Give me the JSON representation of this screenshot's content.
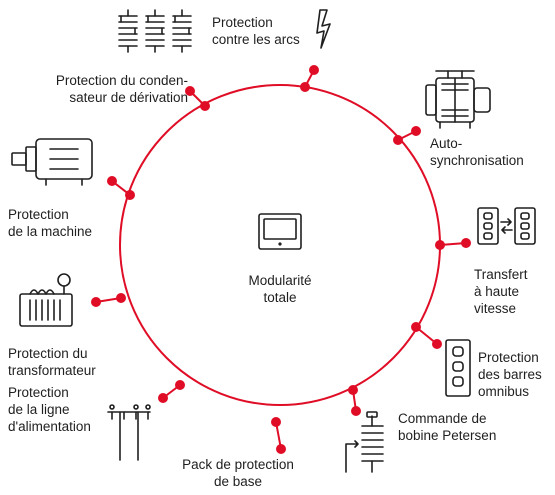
{
  "center": {
    "label": "Modularité\ntotale",
    "icon": "display-unit-icon"
  },
  "colors": {
    "accent": "#e00d26",
    "ink": "#1f1f1f"
  },
  "features": [
    {
      "id": "arc",
      "label": "Protection\ncontre les arcs",
      "icon": "lightning-icon"
    },
    {
      "id": "capacitor",
      "label": "Protection du conden-\nsateur de dérivation",
      "icon": "capacitor-bank-icon"
    },
    {
      "id": "autosync",
      "label": "Auto-\nsynchronisation",
      "icon": "generator-icon"
    },
    {
      "id": "machine",
      "label": "Protection\nde la machine",
      "icon": "motor-icon"
    },
    {
      "id": "transfer",
      "label": "Transfert\nà haute\nvitesse",
      "icon": "transfer-switch-icon"
    },
    {
      "id": "transformer",
      "label": "Protection du\ntransformateur",
      "icon": "transformer-icon"
    },
    {
      "id": "busbar",
      "label": "Protection\ndes barres\nomnibus",
      "icon": "busbar-icon"
    },
    {
      "id": "feeder",
      "label": "Protection\nde la ligne\nd'alimentation",
      "icon": "feeder-line-icon"
    },
    {
      "id": "petersen",
      "label": "Commande de\nbobine Petersen",
      "icon": "petersen-coil-icon"
    },
    {
      "id": "basic",
      "label": "Pack de protection\nde base",
      "icon": ""
    }
  ]
}
